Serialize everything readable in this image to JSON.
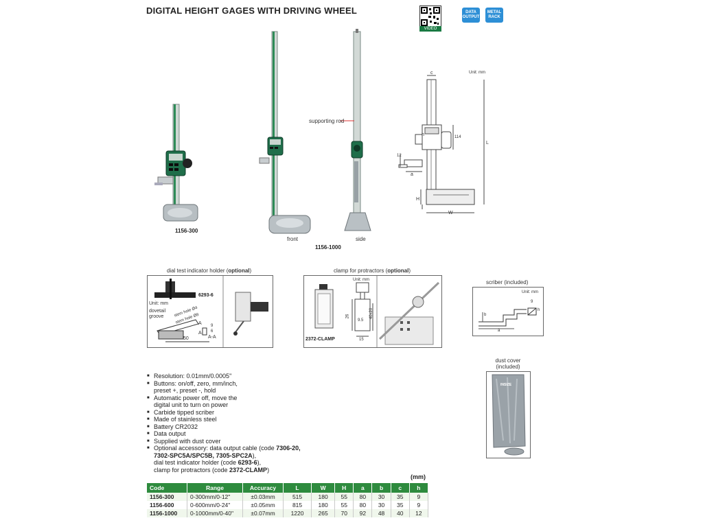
{
  "header": {
    "title": "DIGITAL HEIGHT GAGES WITH DRIVING WHEEL",
    "video_label": "VIDEO",
    "badges": [
      {
        "line1": "DATA",
        "line2": "OUTPUT"
      },
      {
        "line1": "METAL",
        "line2": "RACK"
      }
    ]
  },
  "products": {
    "left_code": "1156-300",
    "front_label": "front",
    "side_label": "side",
    "big_code": "1156-1000",
    "supporting_rod": "supporting rod"
  },
  "drawing": {
    "unit": "Unit: mm",
    "c": "c",
    "h": "h",
    "L": "L",
    "H": "H",
    "W": "W",
    "a": "a",
    "dim114": "114",
    "dim12": "12"
  },
  "dial_holder": {
    "title_prefix": "dial test indicator holder (",
    "title_bold": "optional",
    "title_suffix": ")",
    "code": "6293-6",
    "unit": "Unit: mm",
    "dovetail": "dovetail",
    "groove": "groove",
    "stem1": "stem hole Ø4",
    "stem2": "stem hole Ø8",
    "dim50": "50",
    "aa": "A-A",
    "a1": "A",
    "a2": "A",
    "d9": "9",
    "d6": "6"
  },
  "clamp": {
    "title_prefix": "clamp for protractors (",
    "title_bold": "optional",
    "title_suffix": ")",
    "unit": "Unit: mm",
    "code": "2372-CLAMP",
    "d26": "26",
    "d9_5": "9.5",
    "d40": "40x20",
    "d15": "15"
  },
  "scriber": {
    "title": "scriber (included)",
    "unit": "Unit: mm",
    "b": "b",
    "a": "a",
    "d9": "9",
    "h": "h"
  },
  "dust_cover": {
    "line1": "dust cover",
    "line2": "(included)",
    "brand": "INSIZE"
  },
  "features": [
    "Resolution: 0.01mm/0.0005\"",
    "Buttons: on/off, zero, mm/inch,",
    "preset +, preset -, hold",
    "Automatic power off, move the",
    "digital unit to turn on power",
    "Carbide tipped scriber",
    "Made of stainless steel",
    "Battery CR2032",
    "Data output",
    "Supplied with dust cover"
  ],
  "optional_acc": {
    "p1": "Optional accessory: data output cable (code ",
    "b1": "7306-20,",
    "b2": "7302-SPC5A/SPC5B, 7305-SPC2A",
    "p2": "),",
    "p3": "dial test indicator holder (code ",
    "b3": "6293-6",
    "p4": "),",
    "p5": "clamp for protractors (code ",
    "b4": "2372-CLAMP",
    "p6": ")"
  },
  "table": {
    "unit": "(mm)",
    "headers": [
      "Code",
      "Range",
      "Accuracy",
      "L",
      "W",
      "H",
      "a",
      "b",
      "c",
      "h"
    ],
    "rows": [
      [
        "1156-300",
        "0-300mm/0-12\"",
        "±0.03mm",
        "515",
        "180",
        "55",
        "80",
        "30",
        "35",
        "9"
      ],
      [
        "1156-600",
        "0-600mm/0-24\"",
        "±0.05mm",
        "815",
        "180",
        "55",
        "80",
        "30",
        "35",
        "9"
      ],
      [
        "1156-1000",
        "0-1000mm/0-40\"",
        "±0.07mm",
        "1220",
        "265",
        "70",
        "92",
        "48",
        "40",
        "12"
      ]
    ]
  }
}
